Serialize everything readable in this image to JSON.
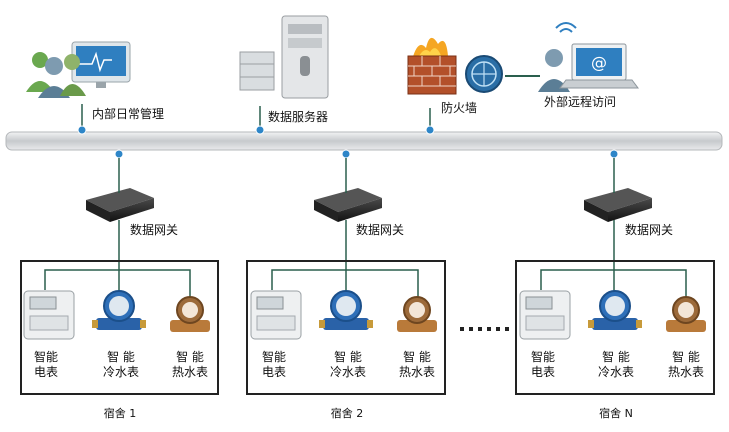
{
  "top_nodes": {
    "internal_mgmt": "内部日常管理",
    "data_server": "数据服务器",
    "firewall": "防火墙",
    "remote_access": "外部远程访问"
  },
  "gateway_label": "数据网关",
  "devices": {
    "electric_meter": [
      "智能",
      "电表"
    ],
    "cold_water_meter": [
      "智  能",
      "冷水表"
    ],
    "hot_water_meter": [
      "智  能",
      "热水表"
    ]
  },
  "dorms": [
    "宿舍 1",
    "宿舍 2",
    "宿舍 N"
  ],
  "ellipsis": "......",
  "colors": {
    "bus": "#c9ccd0",
    "node": "#2e86c8",
    "line": "#2a5f4d",
    "box": "#222222"
  }
}
